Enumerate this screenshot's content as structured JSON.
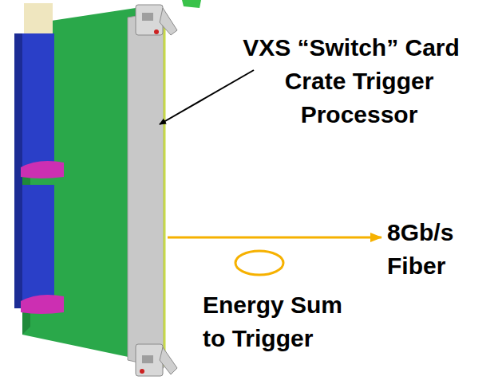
{
  "diagram": {
    "labels": [
      "VXS “Switch” Card",
      "Crate Trigger Processor",
      "8Gb/s Fiber",
      "Energy Sum to Trigger"
    ]
  }
}
